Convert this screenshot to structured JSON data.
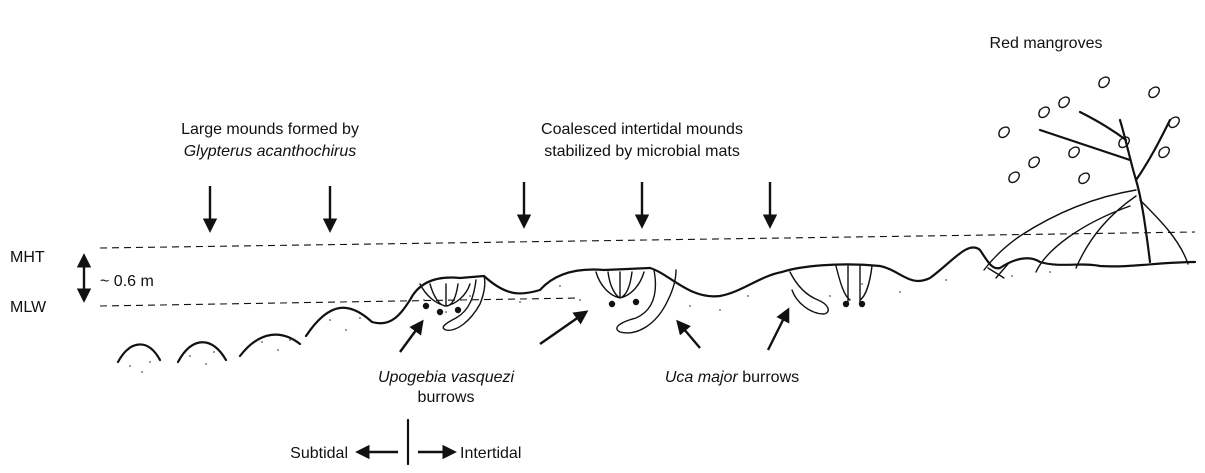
{
  "labels": {
    "red_mangroves": "Red mangroves",
    "large_mounds_line1": "Large mounds formed by",
    "large_mounds_line2": "Glypterus acanthochirus",
    "coalesced_line1": "Coalesced intertidal mounds",
    "coalesced_line2": "stabilized by microbial mats",
    "mht": "MHT",
    "mlw": "MLW",
    "tidal_range": "~ 0.6 m",
    "upogebia_line1": "Upogebia vasquezi",
    "upogebia_line2": "burrows",
    "uca_species": "Uca major",
    "uca_suffix": " burrows",
    "subtidal": "Subtidal",
    "intertidal": "Intertidal"
  }
}
